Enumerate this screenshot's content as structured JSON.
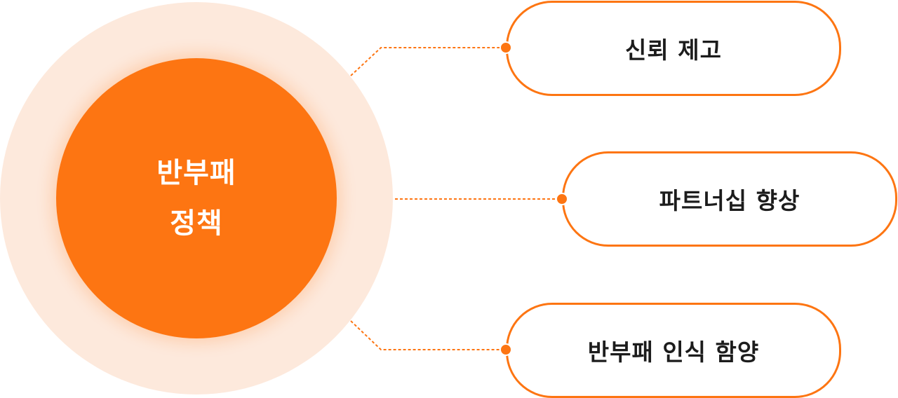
{
  "center": {
    "title_line1": "반부패",
    "title_line2": "정책",
    "inner_color": "#fd7512",
    "outer_color": "#fde9dc"
  },
  "items": [
    {
      "label": "신뢰 제고"
    },
    {
      "label": "파트너십 향상"
    },
    {
      "label": "반부패 인식 함양"
    }
  ],
  "colors": {
    "accent": "#fd7512",
    "text": "#1c1c1c",
    "background": "#ffffff"
  }
}
